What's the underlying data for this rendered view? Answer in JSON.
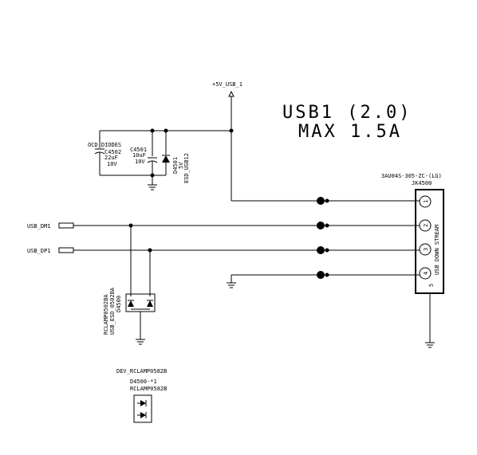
{
  "title": {
    "line1": "USB1 (2.0)",
    "line2": "MAX 1.5A"
  },
  "power": {
    "net": "+5V_USB_1"
  },
  "caps": {
    "group_label": "OCD_DIODES",
    "c4502": {
      "ref": "C4502",
      "value": "22uF",
      "voltage": "10V"
    },
    "c4501": {
      "ref": "C4501",
      "value": "10uF",
      "voltage": "10V"
    }
  },
  "diode_d4501": {
    "ref": "D4501",
    "value": "5V",
    "part": "ESD_USB12"
  },
  "connector": {
    "part": "3AU04S-305-ZC-(LG)",
    "ref": "JK4500",
    "label": "USB DOWN STREAM",
    "pins": [
      "1",
      "2",
      "3",
      "4"
    ],
    "shield_pin": "5"
  },
  "nets": {
    "dm": "USB_DM1",
    "dp": "USB_DP1"
  },
  "esd": {
    "part": "RCLAMP0502BA",
    "footprint": "USB_ESD_0502BA",
    "ref": "D4500"
  },
  "dev_part": {
    "label": "DEV_RCLAMP0582B",
    "ref": "D4500-*1",
    "part": "RCLAMP0582B"
  },
  "colors": {
    "ink": "#000000",
    "background": "#ffffff"
  }
}
